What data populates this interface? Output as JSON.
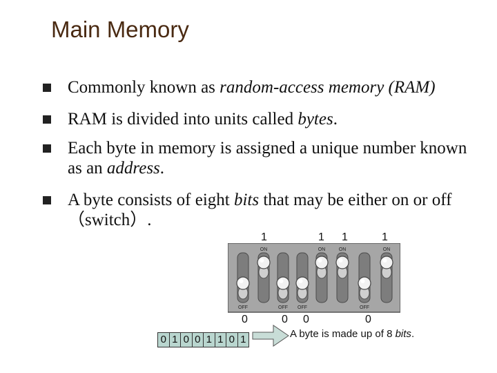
{
  "title": "Main Memory",
  "bullets": [
    {
      "parts": [
        {
          "text": "Commonly known as "
        },
        {
          "text": "random-access memory (RAM)",
          "italic": true
        }
      ]
    },
    {
      "parts": [
        {
          "text": "RAM is divided into units called "
        },
        {
          "text": "bytes",
          "italic": true
        },
        {
          "text": "."
        }
      ]
    },
    {
      "parts": [
        {
          "text": "Each byte in memory is assigned a unique number known as an "
        },
        {
          "text": "address",
          "italic": true
        },
        {
          "text": "."
        }
      ]
    },
    {
      "parts": [
        {
          "text": "A byte consists of eight "
        },
        {
          "text": "bits",
          "italic": true
        },
        {
          "text": " that may be either on or off（switch）."
        }
      ]
    }
  ],
  "switch_panel": {
    "on_label": "ON",
    "off_label": "OFF",
    "states": [
      "off",
      "on",
      "off",
      "off",
      "on",
      "on",
      "off",
      "on"
    ]
  },
  "bit_labels_top": [
    "1",
    "1",
    "1",
    "1"
  ],
  "bit_labels_bottom": [
    "0",
    "0",
    "0",
    "0"
  ],
  "byte_bits": [
    "0",
    "1",
    "0",
    "0",
    "1",
    "1",
    "0",
    "1"
  ],
  "caption": {
    "prefix": "A byte is made up of 8 ",
    "italic": "bits",
    "suffix": "."
  },
  "colors": {
    "panel_bg": "#a6a6a6",
    "panel_border": "#555555",
    "byte_cell_bg": "#b9d6cf",
    "arrow_fill": "#c8ddd7",
    "title_color": "#4a2a12"
  }
}
